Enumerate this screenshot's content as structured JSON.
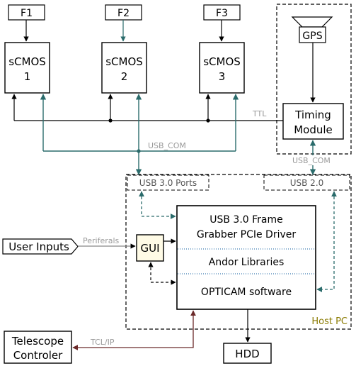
{
  "filters": [
    "F1",
    "F2",
    "F3"
  ],
  "cameras": [
    {
      "line1": "sCMOS",
      "line2": "1"
    },
    {
      "line1": "sCMOS",
      "line2": "2"
    },
    {
      "line1": "sCMOS",
      "line2": "3"
    }
  ],
  "gps": "GPS",
  "timing": {
    "line1": "Timing",
    "line2": "Module"
  },
  "links": {
    "ttl": "TTL",
    "usb_com_main": "USB_COM",
    "usb_com_timing": "USB_COM",
    "periferals": "Periferals",
    "tcl_ip": "TCL/IP"
  },
  "ports": {
    "usb3": "USB 3.0 Ports",
    "usb2": "USB 2.0"
  },
  "host_label": "Host PC",
  "software": {
    "grabber_line1": "USB 3.0 Frame",
    "grabber_line2": "Grabber PCIe Driver",
    "andor": "Andor Libraries",
    "opticam": "OPTICAM software"
  },
  "gui": "GUI",
  "user_inputs": "User Inputs",
  "telescope": {
    "line1": "Telescope",
    "line2": "Controler"
  },
  "hdd": "HDD",
  "colors": {
    "teal": "#2a6b6b",
    "brown": "#6b2a2a",
    "grey_text": "#9a9a9a",
    "gui_fill": "#fffbe6",
    "host_text": "#8a7a00",
    "dotted_blue": "#3a7ab0"
  }
}
